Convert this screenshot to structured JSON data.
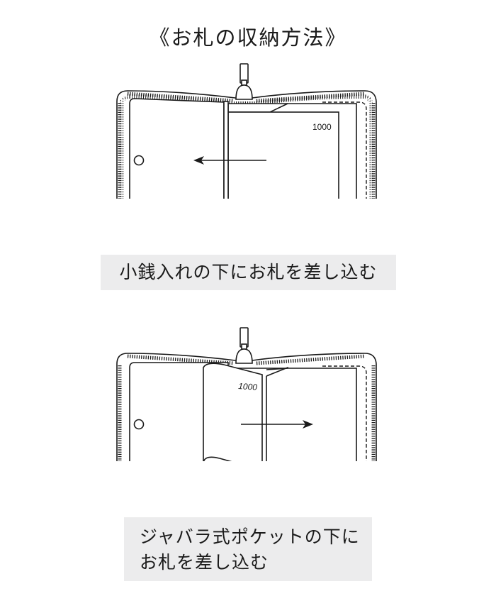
{
  "title": "《お札の収納方法》",
  "steps": [
    {
      "illustration": {
        "description": "wallet-open-coin-pocket",
        "bill_label": "1000",
        "arrow_direction": "left"
      },
      "caption_lines": [
        "小銭入れの下にお札を差し込む"
      ]
    },
    {
      "illustration": {
        "description": "wallet-open-accordion-pocket",
        "bill_label": "1000",
        "arrow_direction": "right"
      },
      "caption_lines": [
        "ジャバラ式ポケットの下に",
        "お札を差し込む"
      ]
    }
  ],
  "colors": {
    "line": "#1a1a1a",
    "caption_bg": "#ececed",
    "background": "#ffffff"
  }
}
